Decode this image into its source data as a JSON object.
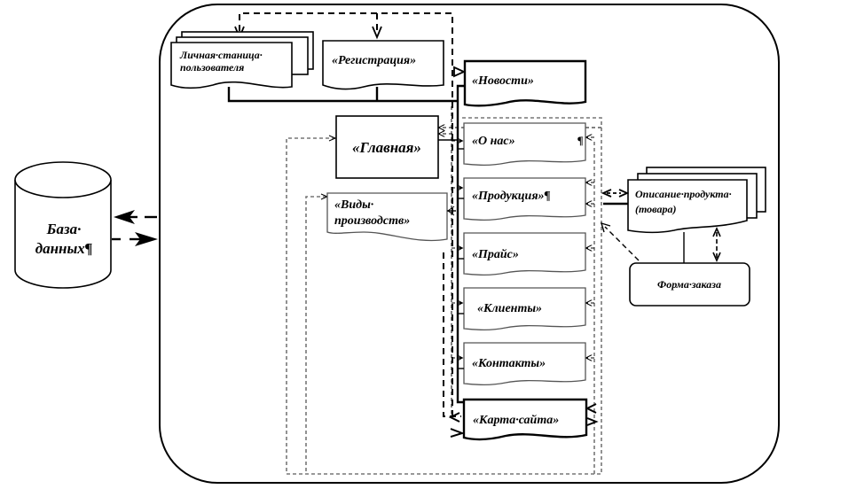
{
  "diagram": {
    "title": "Site structure diagram",
    "nodes": {
      "database": {
        "label_line1": "База·",
        "label_line2": "данных¶",
        "shape": "cylinder"
      },
      "personal_page": {
        "label_line1": "Личная·станица·",
        "label_line2": "пользователя",
        "shape": "multi-document"
      },
      "registration": {
        "label": "«Регистрация»",
        "shape": "document"
      },
      "news": {
        "label": "«Новости»",
        "shape": "document"
      },
      "main": {
        "label": "«Главная»",
        "shape": "rectangle"
      },
      "production_types": {
        "label_line1": "«Виды·",
        "label_line2": "производств»",
        "shape": "document"
      },
      "about": {
        "label": "«О нас»",
        "mark": "¶",
        "shape": "document"
      },
      "products": {
        "label": "«Продукция»¶",
        "shape": "document"
      },
      "price": {
        "label": "«Прайс»",
        "shape": "document"
      },
      "clients": {
        "label": "«Клиенты»",
        "shape": "document"
      },
      "contacts": {
        "label": "«Контакты»",
        "shape": "document"
      },
      "sitemap": {
        "label": "«Карта·сайта»",
        "shape": "document"
      },
      "product_description": {
        "label_line1": "Описание·продукта·",
        "label_line2": "(товара)",
        "shape": "multi-document"
      },
      "order_form": {
        "label": "Форма·заказа",
        "shape": "rounded-rectangle"
      }
    },
    "edges": [
      {
        "from": "database",
        "to": "site",
        "style": "heavy-dashed"
      },
      {
        "from": "site",
        "to": "database",
        "style": "heavy-dashed"
      },
      {
        "from": "sitemap",
        "to": "personal_page",
        "style": "dashed"
      },
      {
        "from": "sitemap",
        "to": "registration",
        "style": "dashed"
      },
      {
        "from": "personal_page",
        "to": "news",
        "style": "solid"
      },
      {
        "from": "registration",
        "to": "news",
        "style": "solid"
      },
      {
        "from": "news",
        "to": "sitemap",
        "style": "solid"
      },
      {
        "from": "main",
        "to": "about",
        "style": "solid"
      },
      {
        "from": "products",
        "to": "product_description",
        "style": "solid"
      },
      {
        "from": "product_description",
        "to": "products",
        "style": "dashed-bidirectional"
      },
      {
        "from": "product_description",
        "to": "order_form",
        "style": "dashed-bidirectional"
      },
      {
        "from": "order_form",
        "to": "products",
        "style": "dashed"
      },
      {
        "from": "production_types",
        "to": "products",
        "style": "solid"
      }
    ]
  }
}
